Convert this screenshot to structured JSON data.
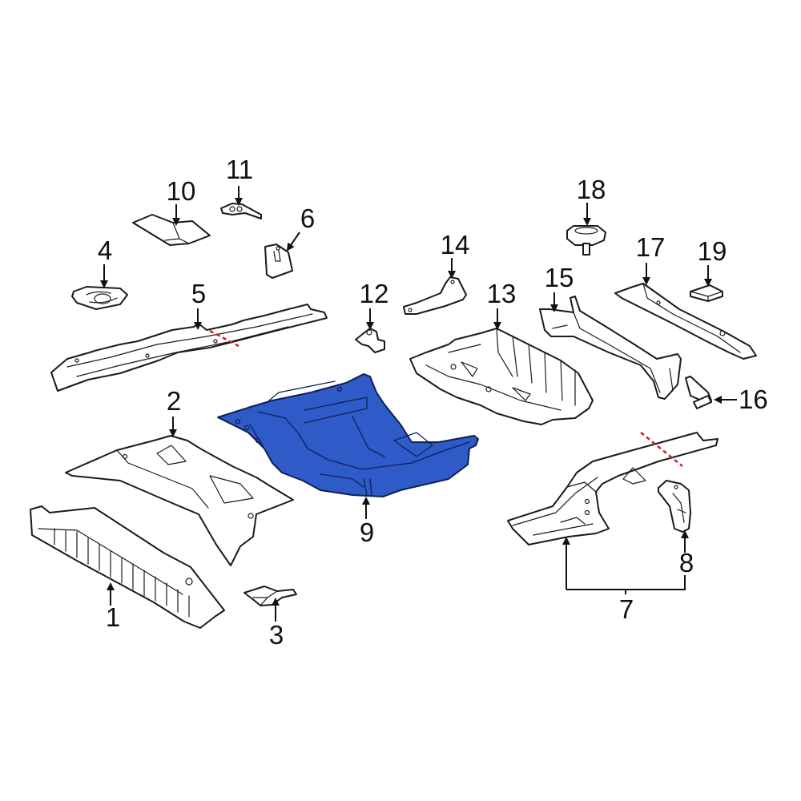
{
  "diagram": {
    "type": "exploded-parts-diagram",
    "background_color": "#ffffff",
    "highlight_color": "#2f5bc8",
    "cut_line_color": "#d0192a",
    "highlighted_part": "9",
    "callouts": [
      {
        "id": "1",
        "label": "1"
      },
      {
        "id": "2",
        "label": "2"
      },
      {
        "id": "3",
        "label": "3"
      },
      {
        "id": "4",
        "label": "4"
      },
      {
        "id": "5",
        "label": "5"
      },
      {
        "id": "6",
        "label": "6"
      },
      {
        "id": "7",
        "label": "7"
      },
      {
        "id": "8",
        "label": "8"
      },
      {
        "id": "9",
        "label": "9"
      },
      {
        "id": "10",
        "label": "10"
      },
      {
        "id": "11",
        "label": "11"
      },
      {
        "id": "12",
        "label": "12"
      },
      {
        "id": "13",
        "label": "13"
      },
      {
        "id": "14",
        "label": "14"
      },
      {
        "id": "15",
        "label": "15"
      },
      {
        "id": "16",
        "label": "16"
      },
      {
        "id": "17",
        "label": "17"
      },
      {
        "id": "18",
        "label": "18"
      },
      {
        "id": "19",
        "label": "19"
      }
    ],
    "groupings": [
      {
        "label": "7",
        "includes": [
          "7",
          "8"
        ]
      }
    ]
  }
}
